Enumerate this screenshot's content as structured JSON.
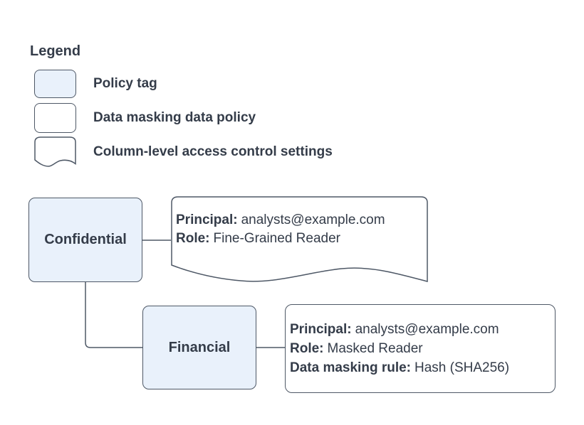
{
  "colors": {
    "background": "#FFFFFF",
    "policy_tag_fill": "#E9F1FB",
    "shape_border": "#4E5866",
    "text": "#343C49"
  },
  "legend": {
    "title": "Legend",
    "items": [
      {
        "label": "Policy tag"
      },
      {
        "label": "Data masking data policy"
      },
      {
        "label": "Column-level access control settings"
      }
    ]
  },
  "diagram": {
    "confidential_tag": {
      "label": "Confidential"
    },
    "financial_tag": {
      "label": "Financial"
    },
    "access_control_note": {
      "lines": [
        {
          "label": "Principal:",
          "value": "analysts@example.com"
        },
        {
          "label": "Role:",
          "value": "Fine-Grained Reader"
        }
      ]
    },
    "masking_policy_note": {
      "lines": [
        {
          "label": "Principal:",
          "value": "analysts@example.com"
        },
        {
          "label": "Role:",
          "value": "Masked Reader"
        },
        {
          "label": "Data masking rule:",
          "value": "Hash (SHA256)"
        }
      ]
    }
  }
}
